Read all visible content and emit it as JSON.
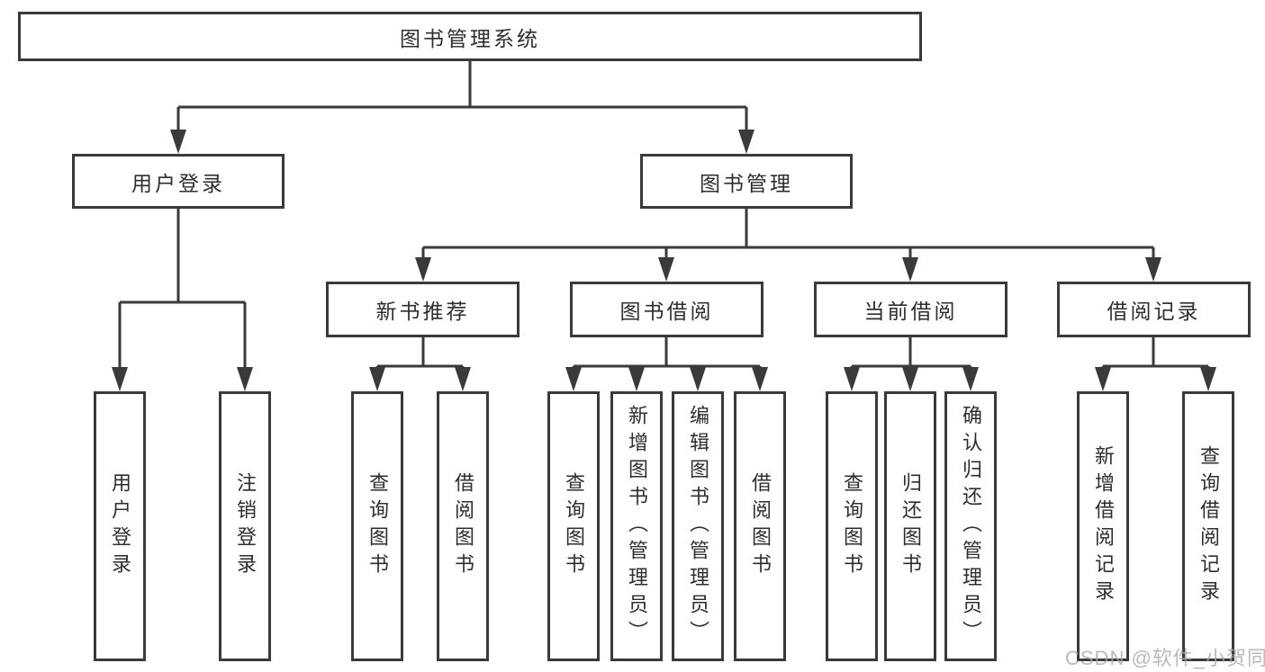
{
  "tree": {
    "root": {
      "label": "图书管理系统"
    },
    "branches": [
      {
        "label": "用户登录",
        "children": [
          {
            "label": "用户登录"
          },
          {
            "label": "注销登录"
          }
        ]
      },
      {
        "label": "图书管理",
        "children": [
          {
            "label": "新书推荐",
            "children": [
              {
                "label": "查询图书"
              },
              {
                "label": "借阅图书"
              }
            ]
          },
          {
            "label": "图书借阅",
            "children": [
              {
                "label": "查询图书"
              },
              {
                "label": "新增图书（管理员）"
              },
              {
                "label": "编辑图书（管理员）"
              },
              {
                "label": "借阅图书"
              }
            ]
          },
          {
            "label": "当前借阅",
            "children": [
              {
                "label": "查询图书"
              },
              {
                "label": "归还图书"
              },
              {
                "label": "确认归还（管理员）"
              }
            ]
          },
          {
            "label": "借阅记录",
            "children": [
              {
                "label": "新增借阅记录"
              },
              {
                "label": "查询借阅记录"
              }
            ]
          }
        ]
      }
    ]
  },
  "watermark": {
    "text": "CSDN @软件_小贺同学"
  },
  "colors": {
    "line": "#3a3a3a",
    "text": "#2e2e2e",
    "box_background": "#ffffff",
    "watermark": "#a8a8a8"
  }
}
